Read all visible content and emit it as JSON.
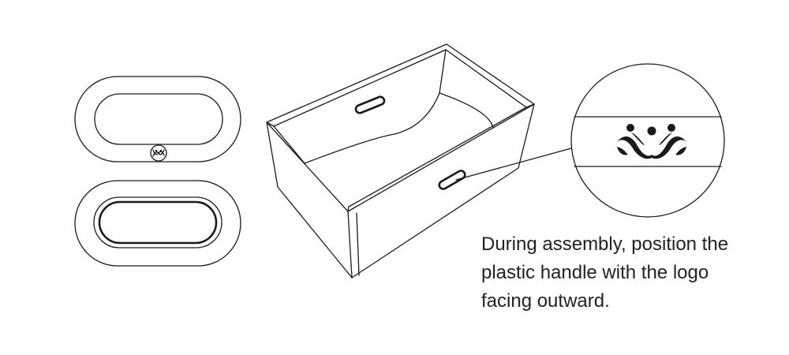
{
  "caption": {
    "lines": [
      "During assembly, position the",
      "plastic handle with the logo",
      "facing outward."
    ]
  },
  "illustration": {
    "items": [
      "handle-front-view-with-logo",
      "handle-back-view",
      "open-storage-box",
      "logo-magnifier-callout"
    ],
    "line_color": "#1a1a1a",
    "background_color": "#ffffff"
  }
}
